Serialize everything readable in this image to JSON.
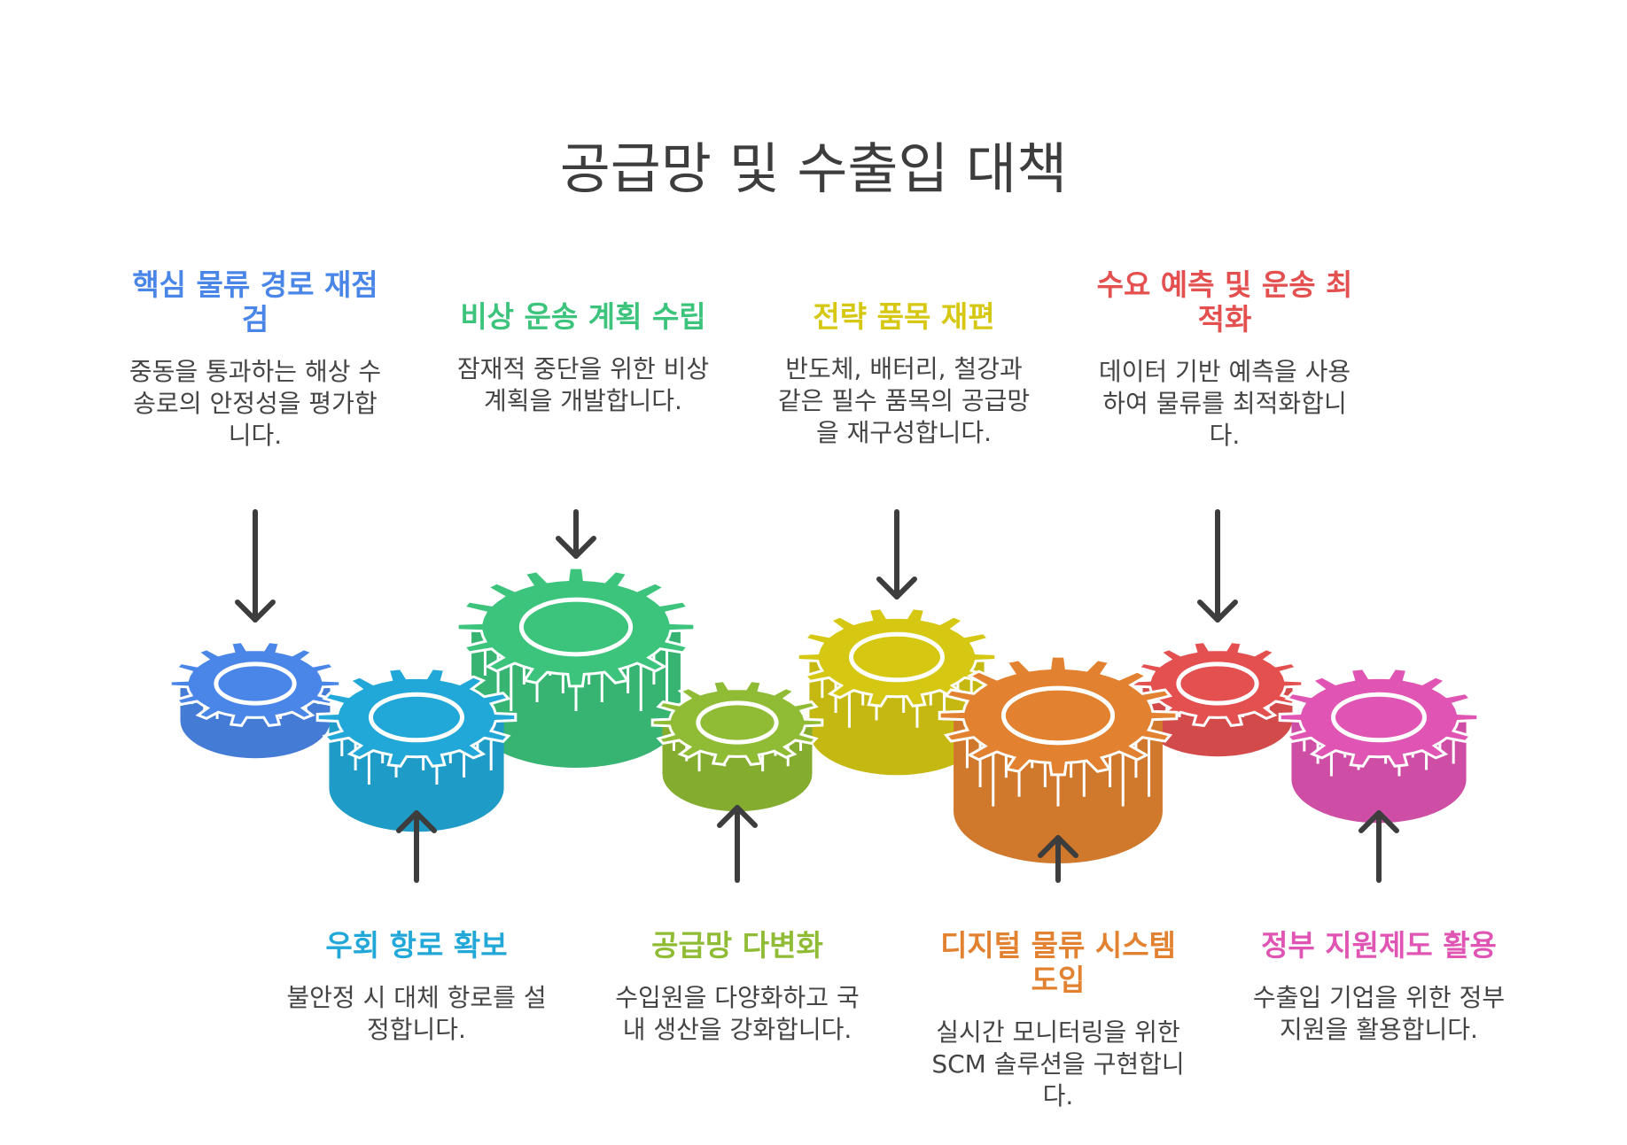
{
  "title": "공급망 및 수출입 대책",
  "items": [
    {
      "heading": "핵심 물류 경로 재점검",
      "desc": "중동을 통과하는 해상 수송로의 안정성을 평가합니다.",
      "color": "#4a86e8"
    },
    {
      "heading": "우회 항로 확보",
      "desc": "불안정 시 대체 항로를 설정합니다.",
      "color": "#22a8d8"
    },
    {
      "heading": "비상 운송 계획 수립",
      "desc": "잠재적 중단을 위한 비상 계획을 개발합니다.",
      "color": "#3cc47c"
    },
    {
      "heading": "공급망 다변화",
      "desc": "수입원을 다양화하고 국내 생산을 강화합니다.",
      "color": "#8fbc34"
    },
    {
      "heading": "전략 품목 재편",
      "desc": "반도체, 배터리, 철강과 같은 필수 품목의 공급망을 재구성합니다.",
      "color": "#d6c812"
    },
    {
      "heading": "디지털 물류 시스템 도입",
      "desc": "실시간 모니터링을 위한 SCM 솔루션을 구현합니다.",
      "color": "#e28230"
    },
    {
      "heading": "수요 예측 및 운송 최적화",
      "desc": "데이터 기반 예측을 사용하여 물류를 최적화합니다.",
      "color": "#e45050"
    },
    {
      "heading": "정부 지원제도 활용",
      "desc": "수출입 기업을 위한 정부 지원을 활용합니다.",
      "color": "#e055b4"
    }
  ]
}
